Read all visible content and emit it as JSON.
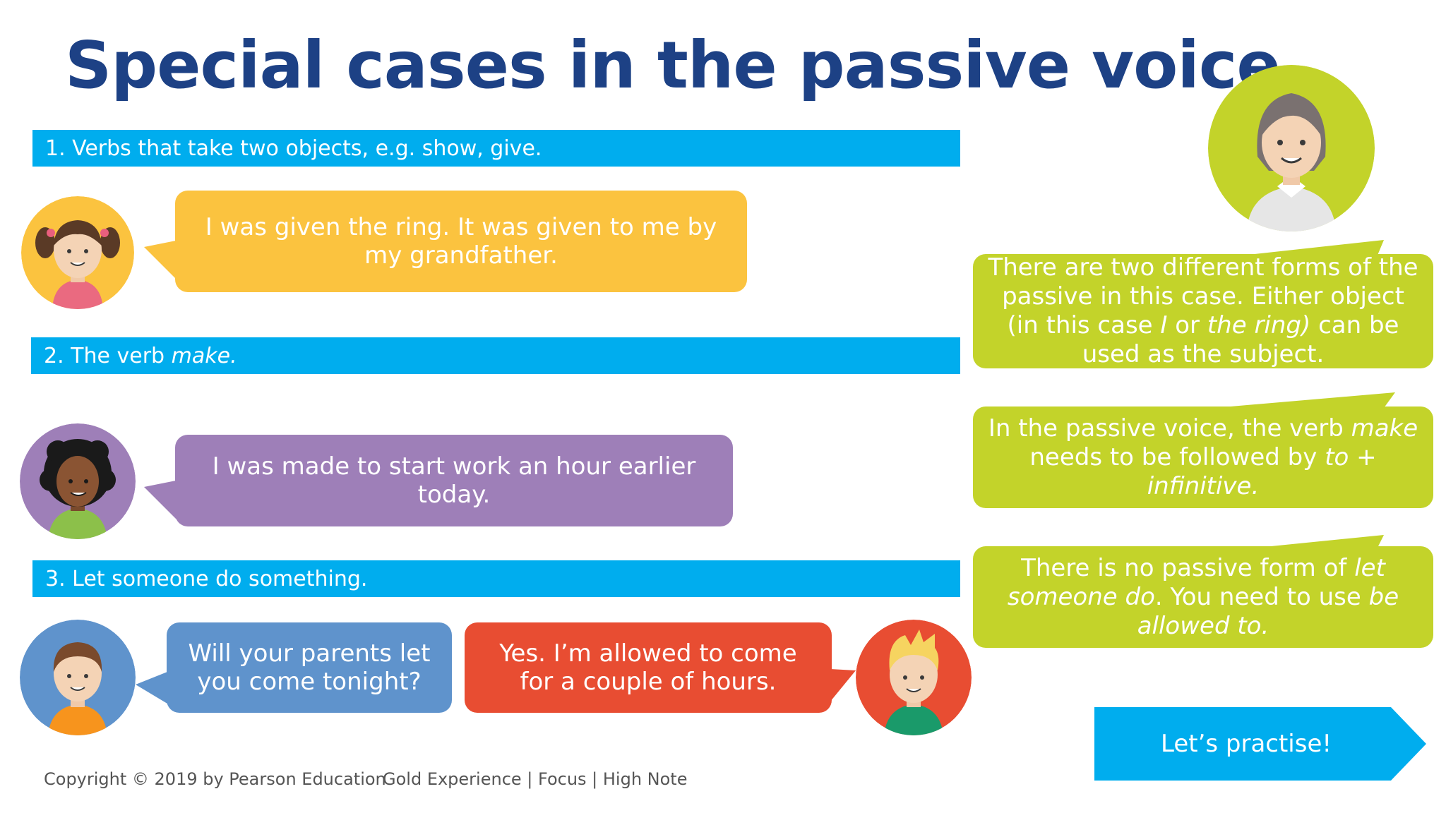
{
  "title": "Special cases in the passive voice",
  "sections": [
    {
      "label_prefix": "1. Verbs that take two objects, e.g. show, give.",
      "label_italic": ""
    },
    {
      "label_prefix": "2. The verb ",
      "label_italic": "make."
    },
    {
      "label_prefix": "3. Let someone do something.",
      "label_italic": ""
    }
  ],
  "dialogue": {
    "bubble1": "I was given the ring. It was given to me by my grandfather.",
    "bubble2": "I was made to start work an hour earlier today.",
    "bubble3": "Will your parents let you come tonight?",
    "bubble4": "Yes. I’m allowed to come for a couple of hours."
  },
  "notes": {
    "note1": {
      "a": "There are two different forms of the passive in this case. Either object (in this case ",
      "b": "I",
      "c": " or ",
      "d": "the ring)",
      "e": " can be used as the subject."
    },
    "note2": {
      "a": "In the passive voice, the verb ",
      "b": "make",
      "c": " needs to be followed by ",
      "d": "to + infinitive."
    },
    "note3": {
      "a": "There is no passive form of ",
      "b": "let someone do",
      "c": ". You need to use ",
      "d": "be allowed to."
    }
  },
  "cta": {
    "label": "Let’s practise!"
  },
  "footer": {
    "copyright": "Copyright © 2019 by Pearson Education",
    "products": "Gold Experience | Focus | High Note"
  },
  "icons": {
    "teacher": "teacher-avatar-icon",
    "girl": "girl-pigtails-avatar-icon",
    "woman": "woman-curly-hair-avatar-icon",
    "boy": "boy-avatar-icon",
    "blond_boy": "blond-boy-avatar-icon"
  },
  "colors": {
    "title": "#1d4185",
    "band": "#00adee",
    "note": "#c3d32a",
    "bubble_yellow": "#fbc33f",
    "bubble_purple": "#9e7fb8",
    "bubble_blue": "#5f93cc",
    "bubble_red": "#e84d32"
  }
}
